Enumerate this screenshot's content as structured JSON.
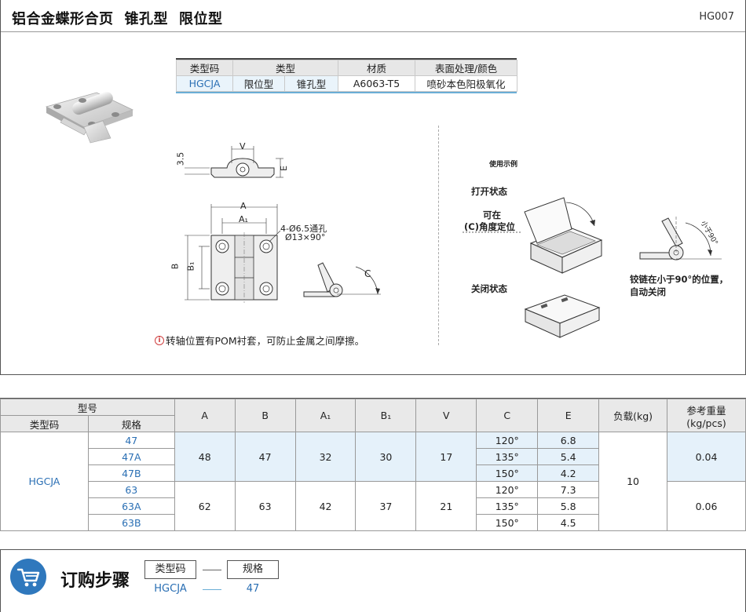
{
  "header": {
    "title_parts": [
      "铝合金蝶形合页",
      "锥孔型",
      "限位型"
    ],
    "code": "HG007"
  },
  "spec_table": {
    "headers": [
      "类型码",
      "类型",
      "材质",
      "表面处理/颜色"
    ],
    "type_code": "HGCJA",
    "type_1": "限位型",
    "type_2": "锥孔型",
    "material": "A6063-T5",
    "surface": "喷砂本色阳极氧化"
  },
  "drawing": {
    "dim_v": "V",
    "dim_35": "3.5",
    "dim_e": "E",
    "dim_a": "A",
    "dim_a1": "A₁",
    "dim_b": "B",
    "dim_b1": "B₁",
    "dim_c": "C",
    "hole_note_1": "4-Ø6.5通孔",
    "hole_note_2": "Ø13×90°",
    "note": "转轴位置有POM衬套，可防止金属之间摩擦。",
    "note_icon": "i"
  },
  "usage": {
    "title": "使用示例",
    "open_state": "打开状态",
    "positioning_1": "可在",
    "positioning_2": "(C)角度定位",
    "closed_state": "关闭状态",
    "less_than": "小于90°",
    "auto_close_1": "铰链在小于90°的位置，",
    "auto_close_2": "自动关闭"
  },
  "main_table": {
    "group_header": "型号",
    "sub_headers": [
      "类型码",
      "规格"
    ],
    "columns": [
      "A",
      "B",
      "A₁",
      "B₁",
      "V",
      "C",
      "E",
      "负载(kg)"
    ],
    "weight_header_1": "参考重量",
    "weight_header_2": "(kg/pcs)",
    "type_code": "HGCJA",
    "load": "10",
    "groups": [
      {
        "A": "48",
        "B": "47",
        "A1": "32",
        "B1": "30",
        "V": "17",
        "weight": "0.04",
        "rows": [
          {
            "spec": "47",
            "C": "120°",
            "E": "6.8"
          },
          {
            "spec": "47A",
            "C": "135°",
            "E": "5.4"
          },
          {
            "spec": "47B",
            "C": "150°",
            "E": "4.2"
          }
        ]
      },
      {
        "A": "62",
        "B": "63",
        "A1": "42",
        "B1": "37",
        "V": "21",
        "weight": "0.06",
        "rows": [
          {
            "spec": "63",
            "C": "120°",
            "E": "7.3"
          },
          {
            "spec": "63A",
            "C": "135°",
            "E": "5.8"
          },
          {
            "spec": "63B",
            "C": "150°",
            "E": "4.5"
          }
        ]
      }
    ]
  },
  "order": {
    "title": "订购步骤",
    "step_1_label": "类型码",
    "step_2_label": "规格",
    "step_1_value": "HGCJA",
    "step_2_value": "47"
  },
  "colors": {
    "accent_blue": "#2f78bd",
    "text_blue": "#2a6fb4",
    "cell_blue": "#e5f1fa"
  }
}
